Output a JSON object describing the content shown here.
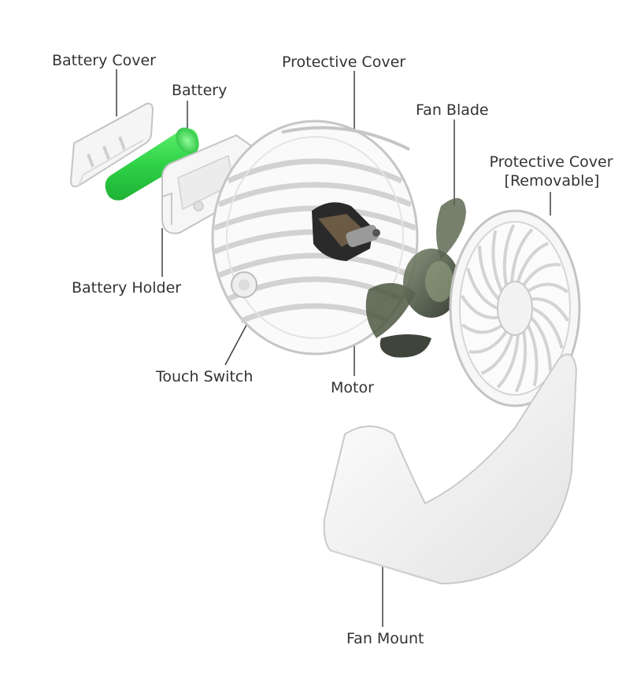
{
  "labels": {
    "battery_cover": "Battery Cover",
    "battery": "Battery",
    "protective_cover": "Protective Cover",
    "fan_blade": "Fan Blade",
    "protective_cover_removable_line1": "Protective Cover",
    "protective_cover_removable_line2": "[Removable]",
    "battery_holder": "Battery Holder",
    "touch_switch": "Touch Switch",
    "motor": "Motor",
    "fan_mount": "Fan Mount"
  },
  "colors": {
    "battery": "#39d352",
    "plastic": "#f4f4f4",
    "outline": "#bdbdbd",
    "blade": "#3c4436",
    "leader": "#333333"
  }
}
